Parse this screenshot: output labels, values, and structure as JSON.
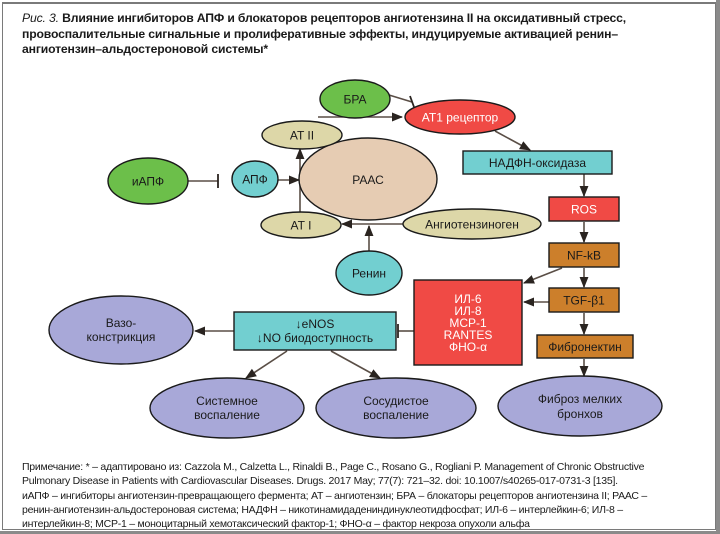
{
  "caption": {
    "figure_label": "Рис. 3.",
    "title": "Влияние ингибиторов АПФ и блокаторов рецепторов ангиотензина II на оксидативный стресс, провоспалительные сигнальные и пролиферативные эффекты, индуцируемые активацией ренин–ангиотензин–альдостероновой системы*"
  },
  "colors": {
    "green": "#6cbf4a",
    "teal": "#72cfd0",
    "beige": "#ddd7a8",
    "tan": "#e6ccb3",
    "red": "#f04a45",
    "orange": "#cc7f2b",
    "lavender": "#a8a8d8",
    "outline": "#1a1a1a",
    "arrow": "#5a4e46"
  },
  "nodes": {
    "bra": "БРА",
    "at1_receptor": "AT1 рецептор",
    "at2": "AT II",
    "iapf": "иАПФ",
    "apf": "АПФ",
    "raas": "РААС",
    "at1": "AT I",
    "angiotensinogen": "Ангиотензиноген",
    "renin": "Ренин",
    "nadph_oxidase": "НАДФН-оксидаза",
    "ros": "ROS",
    "nfkb": "NF-kB",
    "tgf": "TGF-β1",
    "fibronectin": "Фибронектин",
    "fibrosis": [
      "Фиброз мелких",
      "бронхов"
    ],
    "cytokines": [
      "ИЛ-6",
      "ИЛ-8",
      "MCP-1",
      "RANTES",
      "ФНО-α"
    ],
    "enos": [
      "↓eNOS",
      "↓NO биодоступность"
    ],
    "vasoconstriction": [
      "Вазо-",
      "констрикция"
    ],
    "systemic_inflammation": [
      "Системное",
      "воспаление"
    ],
    "vascular_inflammation": [
      "Сосудистое",
      "воспаление"
    ]
  },
  "note": {
    "lines": [
      "Примечание: * – адаптировано из: Cazzola M., Calzetta L., Rinaldi B., Page C., Rosano G., Rogliani P. Management of Chronic Obstructive",
      "Pulmonary Disease in Patients with Cardiovascular Diseases. Drugs. 2017 May; 77(7): 721–32. doi: 10.1007/s40265-017-0731-3 [135].",
      "иАПФ – ингибиторы ангиотензин-превращающего фермента; АТ – ангиотензин; БРА – блокаторы рецепторов ангиотензина II; РААС –",
      "ренин-ангиотензин-альдостероновая система; НАДФН – никотинамидадениндинуклеотидфосфат; ИЛ-6 – интерлейкин-6; ИЛ-8 –",
      "интерлейкин-8; MCP-1 – моноцитарный хемотаксический фактор-1; ФНО-α – фактор некроза опухоли альфа"
    ]
  }
}
